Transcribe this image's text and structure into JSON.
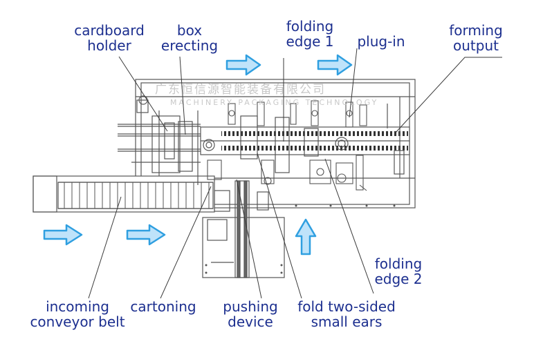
{
  "colors": {
    "label": "#1c2f8f",
    "leader": "#3a3a3a",
    "drawing": "#555555",
    "arrow_fill": "#bfe3fa",
    "arrow_stroke": "#2f9fe0",
    "watermark": "#c8c8c8"
  },
  "labels": {
    "cardboard_holder": {
      "line1": "cardboard",
      "line2": "holder"
    },
    "box_erecting": {
      "line1": "box",
      "line2": "erecting"
    },
    "folding_edge_1": {
      "line1": "folding",
      "line2": "edge 1"
    },
    "plug_in": {
      "line1": "plug-in"
    },
    "forming_output": {
      "line1": "forming",
      "line2": "output"
    },
    "folding_edge_2": {
      "line1": "folding",
      "line2": "edge 2"
    },
    "incoming_conveyor_belt": {
      "line1": "incoming",
      "line2": "conveyor belt"
    },
    "cartoning": {
      "line1": "cartoning"
    },
    "pushing_device": {
      "line1": "pushing",
      "line2": "device"
    },
    "fold_two_sided_small_ears": {
      "line1": "fold two-sided",
      "line2": "small ears"
    }
  },
  "watermark": {
    "line1": "广东恒信源智能装备有限公司",
    "line2": "MACHINERY PACKAGING TECHNOLOGY"
  },
  "arrows": [
    {
      "name": "flow-arrow-top-left-icon",
      "direction": "right"
    },
    {
      "name": "flow-arrow-top-right-icon",
      "direction": "right"
    },
    {
      "name": "flow-arrow-bottom-left-icon",
      "direction": "right"
    },
    {
      "name": "flow-arrow-bottom-mid-icon",
      "direction": "right"
    },
    {
      "name": "flow-arrow-up-icon",
      "direction": "up"
    }
  ]
}
